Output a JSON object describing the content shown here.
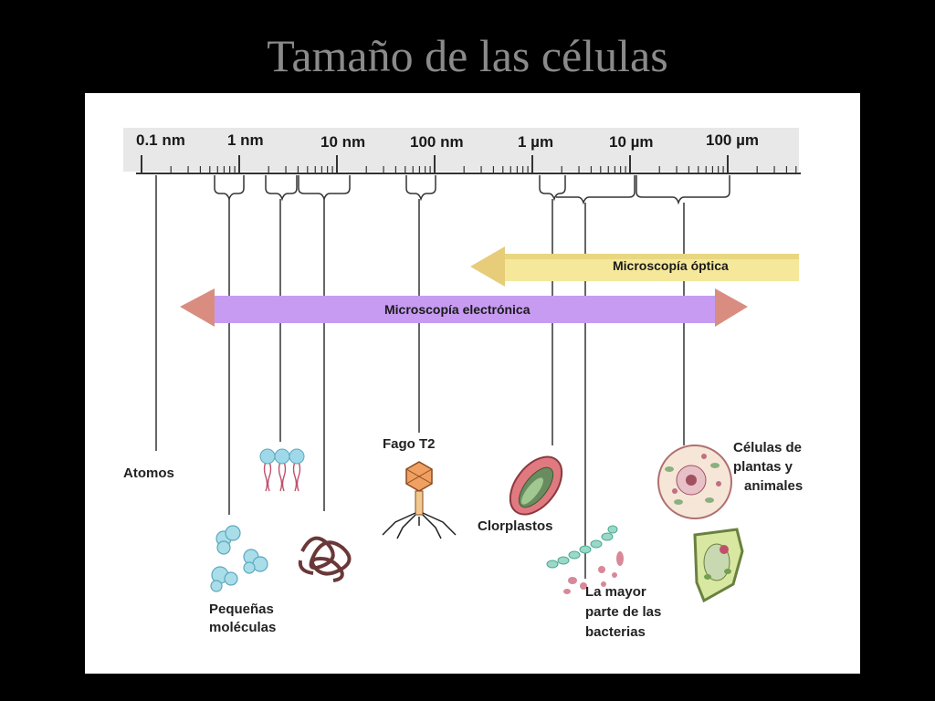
{
  "title": "Tamaño de las células",
  "scale": {
    "labels": [
      "0.1 nm",
      "1 nm",
      "10 nm",
      "100 nm",
      "1 µm",
      "10 µm",
      "100 µm"
    ]
  },
  "ranges": {
    "optical": "Microscopía óptica",
    "electronic": "Microscopía electrónica"
  },
  "items": {
    "atomos": "Atomos",
    "pequenas_1": "Pequeñas",
    "pequenas_2": "moléculas",
    "fago": "Fago T2",
    "clorplastos": "Clorplastos",
    "bacterias_1": "La mayor",
    "bacterias_2": "parte de las",
    "bacterias_3": "bacterias",
    "celulas_1": "Células de",
    "celulas_2": "plantas y",
    "celulas_3": "animales"
  },
  "colors": {
    "optical_fill": "#f5e89a",
    "electronic_fill": "#c79bf2",
    "arrow_head": "#d98d80",
    "scale_band": "#e8e8e8"
  }
}
